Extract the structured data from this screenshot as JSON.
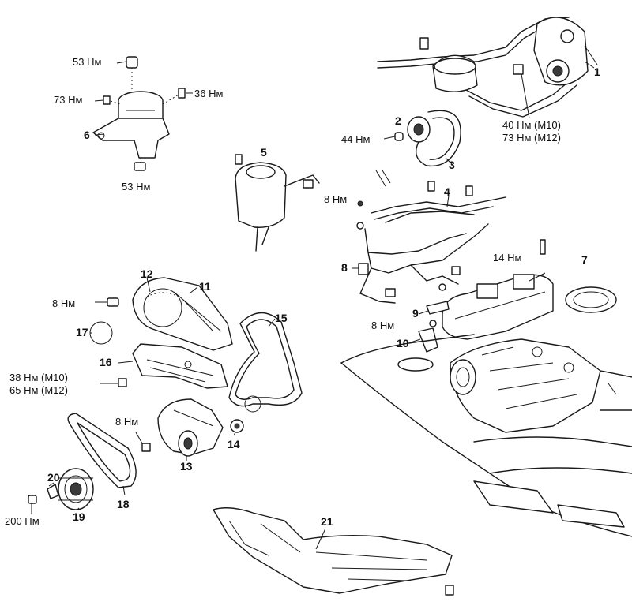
{
  "parts": {
    "p1": "1",
    "p2": "2",
    "p3": "3",
    "p4": "4",
    "p5": "5",
    "p6": "6",
    "p7": "7",
    "p8a": "8",
    "p9": "9",
    "p10": "10",
    "p11": "11",
    "p12": "12",
    "p13": "13",
    "p14": "14",
    "p15": "15",
    "p16": "16",
    "p17": "17",
    "p18": "18",
    "p19": "19",
    "p20": "20",
    "p21": "21"
  },
  "torques": {
    "mount_top": "53 Нм",
    "mount_left": "73 Нм",
    "mount_right": "36 Нм",
    "mount_bottom": "53 Нм",
    "pump_bracket_a": "40 Нм (M10)",
    "pump_bracket_b": "73 Нм (M12)",
    "pulley_bolt": "44 Нм",
    "pipe_bolt": "8 Нм",
    "cover_bolt": "14 Нм",
    "bracket_bolt": "8 Нм",
    "timing_cover_bolt": "8 Нм",
    "cover_lower_a": "38 Нм (M10)",
    "cover_lower_b": "65 Нм (M12)",
    "lower_cover_bolt": "8 Нм",
    "crank_bolt": "200 Нм"
  }
}
